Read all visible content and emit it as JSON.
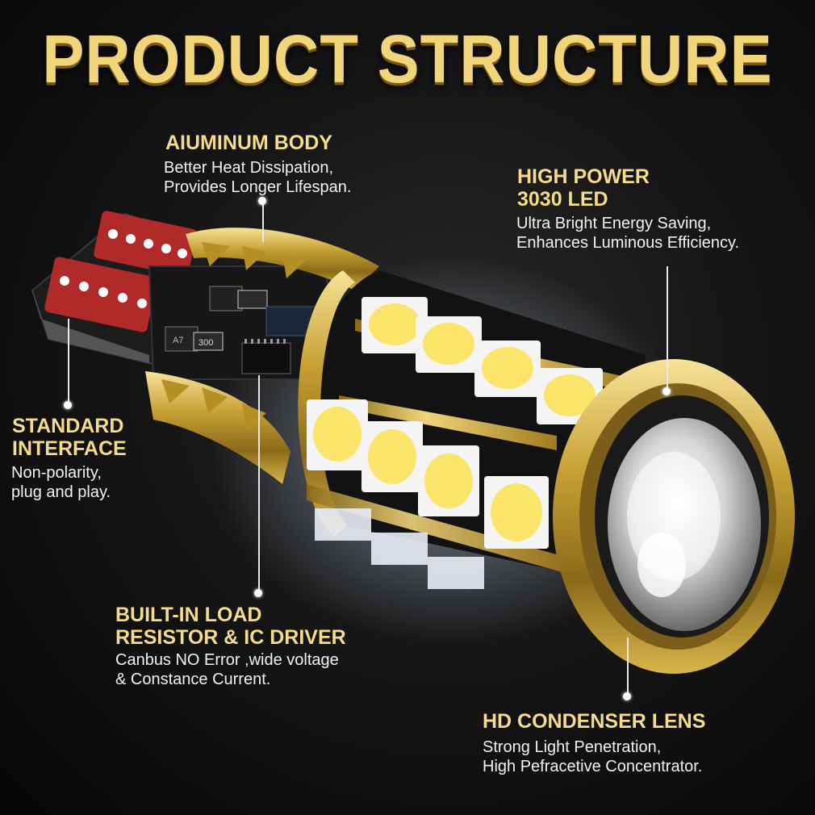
{
  "title": "PRODUCT STRUCTURE",
  "callouts": {
    "aluminum": {
      "head": "AIUMINUM BODY",
      "desc1": "Better Heat Dissipation,",
      "desc2": "Provides Longer Lifespan."
    },
    "led": {
      "head1": "HIGH POWER",
      "head2": "3030 LED",
      "desc1": "Ultra Bright Energy Saving,",
      "desc2": "Enhances Luminous Efficiency."
    },
    "interface": {
      "head1": "STANDARD",
      "head2": "INTERFACE",
      "desc1": "Non-polarity,",
      "desc2": "plug and play."
    },
    "resistor": {
      "head1": "BUILT-IN LOAD",
      "head2": "RESISTOR & IC DRIVER",
      "desc1": "Canbus NO Error ,wide voltage",
      "desc2": "& Constance Current."
    },
    "lens": {
      "head": "HD CONDENSER LENS",
      "desc1": "Strong Light Penetration,",
      "desc2": "High Pefracetive Concentrator."
    }
  },
  "components": {
    "resistor_code": "300",
    "chip_code": "A7"
  },
  "colors": {
    "gold": "#f2d47a",
    "background": "#161616",
    "led": "#fbe46a"
  }
}
